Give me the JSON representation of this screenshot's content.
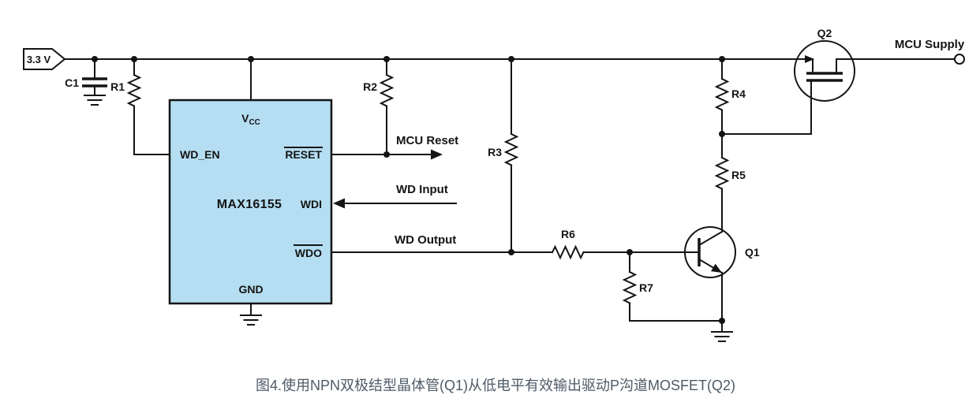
{
  "caption": "图4.使用NPN双极结型晶体管(Q1)从低电平有效输出驱动P沟道MOSFET(Q2)",
  "power": {
    "source_label": "3.3 V",
    "output_label": "MCU Supply"
  },
  "ic": {
    "part_number": "MAX16155",
    "pin_vcc_main": "V",
    "pin_vcc_sub": "CC",
    "pin_wd_en": "WD_EN",
    "pin_reset": "RESET",
    "pin_wdi": "WDI",
    "pin_wdo": "WDO",
    "pin_gnd": "GND"
  },
  "signals": {
    "mcu_reset": "MCU Reset",
    "wd_input": "WD Input",
    "wd_output": "WD Output"
  },
  "components": {
    "c1": "C1",
    "r1": "R1",
    "r2": "R2",
    "r3": "R3",
    "r4": "R4",
    "r5": "R5",
    "r6": "R6",
    "r7": "R7",
    "q1": "Q1",
    "q2": "Q2"
  },
  "colors": {
    "component_fill": "#b5def2",
    "line": "#141414",
    "caption_text": "#4e5a66"
  }
}
